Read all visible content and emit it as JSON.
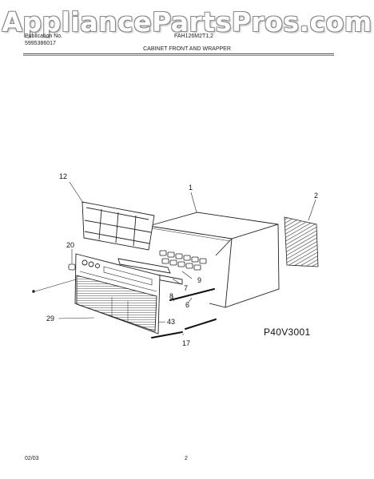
{
  "watermark": "AppliancePartsPros.com",
  "header": {
    "publication_label": "Publication No.",
    "publication_number": "5995386017",
    "model": "FAH126M2T1,2",
    "section_title": "CABINET FRONT AND WRAPPER"
  },
  "callouts": [
    {
      "id": "12",
      "label": "12"
    },
    {
      "id": "1",
      "label": "1"
    },
    {
      "id": "2",
      "label": "2"
    },
    {
      "id": "20",
      "label": "20"
    },
    {
      "id": "9",
      "label": "9"
    },
    {
      "id": "7",
      "label": "7"
    },
    {
      "id": "8",
      "label": "8"
    },
    {
      "id": "6",
      "label": "6"
    },
    {
      "id": "29",
      "label": "29"
    },
    {
      "id": "43",
      "label": "43"
    },
    {
      "id": "17",
      "label": "17"
    }
  ],
  "illustration_code": "P40V3001",
  "footer": {
    "date": "02/03",
    "page": "2"
  }
}
